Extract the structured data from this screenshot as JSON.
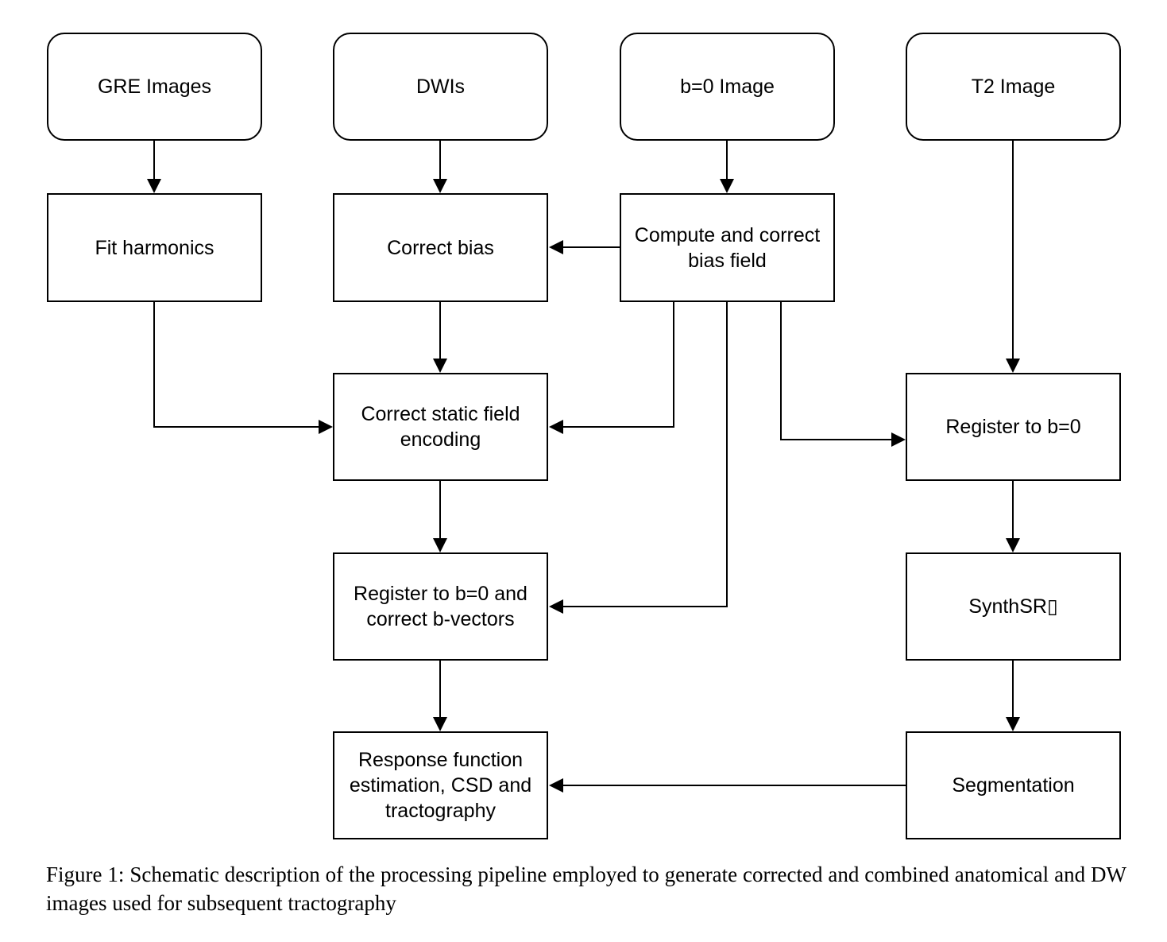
{
  "nodes": {
    "gre_images": "GRE Images",
    "dwis": "DWIs",
    "b0_image": "b=0 Image",
    "t2_image": "T2 Image",
    "fit_harmonics": "Fit harmonics",
    "correct_bias": "Correct bias",
    "compute_bias_field": "Compute and correct\nbias field",
    "correct_static_field": "Correct static field\nencoding",
    "register_t2_b0": "Register to b=0",
    "register_dwi_b0": "Register to b=0 and\ncorrect b-vectors",
    "synthsr": "SynthSR▯",
    "response_function": "Response function\nestimation, CSD and\ntractography",
    "segmentation": "Segmentation"
  },
  "edges": [
    {
      "from": "gre_images",
      "to": "fit_harmonics"
    },
    {
      "from": "dwis",
      "to": "correct_bias"
    },
    {
      "from": "b0_image",
      "to": "compute_bias_field"
    },
    {
      "from": "compute_bias_field",
      "to": "correct_bias"
    },
    {
      "from": "correct_bias",
      "to": "correct_static_field"
    },
    {
      "from": "fit_harmonics",
      "to": "correct_static_field"
    },
    {
      "from": "compute_bias_field",
      "to": "correct_static_field"
    },
    {
      "from": "compute_bias_field",
      "to": "register_t2_b0"
    },
    {
      "from": "compute_bias_field",
      "to": "register_dwi_b0"
    },
    {
      "from": "t2_image",
      "to": "register_t2_b0"
    },
    {
      "from": "correct_static_field",
      "to": "register_dwi_b0"
    },
    {
      "from": "register_dwi_b0",
      "to": "response_function"
    },
    {
      "from": "register_t2_b0",
      "to": "synthsr"
    },
    {
      "from": "synthsr",
      "to": "segmentation"
    },
    {
      "from": "segmentation",
      "to": "response_function"
    }
  ],
  "caption": "Figure 1: Schematic description of the processing pipeline employed to generate corrected and combined anatomical and DW images used for subsequent tractography"
}
